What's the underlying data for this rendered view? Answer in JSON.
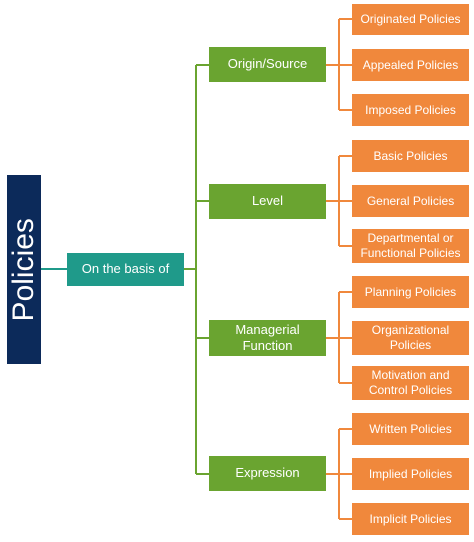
{
  "root": {
    "label": "Policies"
  },
  "basis": {
    "label": "On the basis of"
  },
  "categories": [
    {
      "label": "Origin/Source",
      "items": [
        "Originated Policies",
        "Appealed Policies",
        "Imposed Policies"
      ]
    },
    {
      "label": "Level",
      "items": [
        "Basic Policies",
        "General Policies",
        "Departmental or Functional Policies"
      ]
    },
    {
      "label": "Managerial Function",
      "items": [
        "Planning Policies",
        "Organizational Policies",
        "Motivation and Control Policies"
      ]
    },
    {
      "label": "Expression",
      "items": [
        "Written Policies",
        "Implied Policies",
        "Implicit Policies"
      ]
    }
  ],
  "colors": {
    "root": "#0c2a5a",
    "basis": "#1f9a8a",
    "category": "#6aa430",
    "item": "#f0883c",
    "connector_teal": "#1f9a8a",
    "connector_green": "#6aa430",
    "connector_orange": "#f0883c"
  }
}
